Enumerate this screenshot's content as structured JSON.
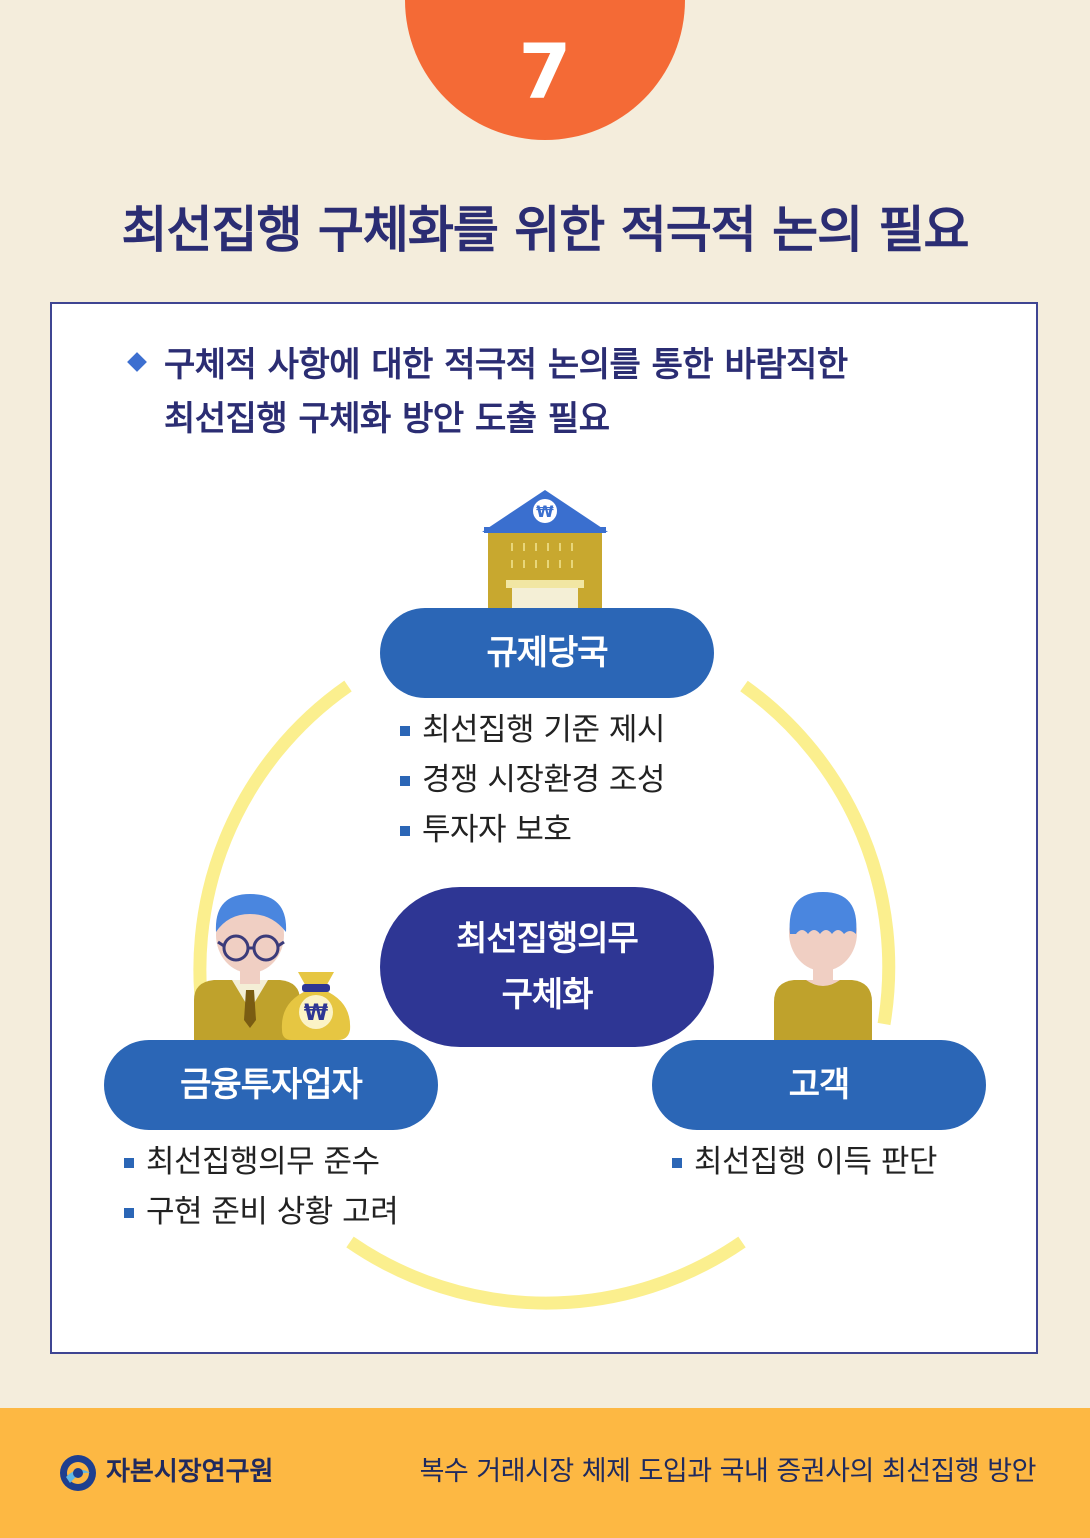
{
  "badge": {
    "number": "7"
  },
  "title": "최선집행 구체화를 위한 적극적 논의 필요",
  "intro": {
    "line1": "구체적 사항에 대한 적극적 논의를 통한 바람직한",
    "line2": "최선집행 구체화 방안 도출 필요"
  },
  "center": {
    "line1": "최선집행의무",
    "line2": "구체화"
  },
  "regulator": {
    "label": "규제당국",
    "items": [
      "최선집행 기준 제시",
      "경쟁 시장환경 조성",
      "투자자 보호"
    ]
  },
  "firm": {
    "label": "금융투자업자",
    "items": [
      "최선집행의무 준수",
      "구현 준비 상황 고려"
    ]
  },
  "customer": {
    "label": "고객",
    "items": [
      "최선집행 이득 판단"
    ]
  },
  "currency_symbol": "₩",
  "footer": {
    "org_name": "자본시장연구원",
    "doc_title": "복수 거래시장 체제 도입과 국내 증권사의 최선집행 방안"
  },
  "colors": {
    "background": "#f4eddc",
    "badge": "#f46a36",
    "pill_blue": "#2b66b6",
    "center_navy": "#2e3694",
    "cycle_yellow": "#fbef8e",
    "footer": "#fdb843",
    "title_navy": "#2b2d73"
  }
}
